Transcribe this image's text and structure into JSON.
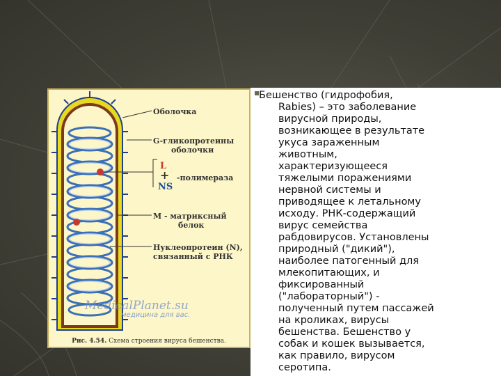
{
  "figure": {
    "labels": {
      "shell": "Оболочка",
      "g_glyco_1": "G-гликопротеины",
      "g_glyco_2": "оболочки",
      "l": "L",
      "plus": "+",
      "ns": "NS",
      "polymerase": "-полимераза",
      "m_matrix_1": "М - матриксный",
      "m_matrix_2": "белок",
      "np_1": "Нуклеопротеин (N),",
      "np_2": "связанный с РНК"
    },
    "watermark": {
      "site": "MedicalPlanet.su",
      "tagline": "медицина для вас."
    },
    "caption": {
      "label": "Рис. 4.54.",
      "text": "Схема строения вируса бешенства."
    }
  },
  "text": {
    "first_line": "Бешенство (гидрофобия,",
    "lines": [
      "Rabies) – это заболевание",
      "вирусной природы,",
      "возникающее в результате",
      "укуса зараженным",
      "животным,",
      "характеризующееся",
      "тяжелыми поражениями",
      "нервной системы и",
      "приводящее к летальному",
      "исходу.  РНК-содержащий",
      "вирус семейства",
      "рабдовирусов. Установлены",
      "природный (\"дикий\"),",
      "наиболее патогенный для",
      "млекопитающих, и",
      "фиксированный",
      "(\"лабораторный\") -",
      "полученный путем пассажей",
      "на кроликах, вирусы",
      "бешенства. Бешенство у",
      "собак и кошек вызывается,",
      "как правило, вирусом",
      "серотипа."
    ]
  },
  "colors": {
    "background": "#3f3f36",
    "figure_bg": "#fdf6c8",
    "envelope_yellow": "#e8d820",
    "matrix_brown": "#7a3a1e",
    "helix_blue": "#9fc0e6",
    "polymerase_red": "#c23b2e"
  }
}
